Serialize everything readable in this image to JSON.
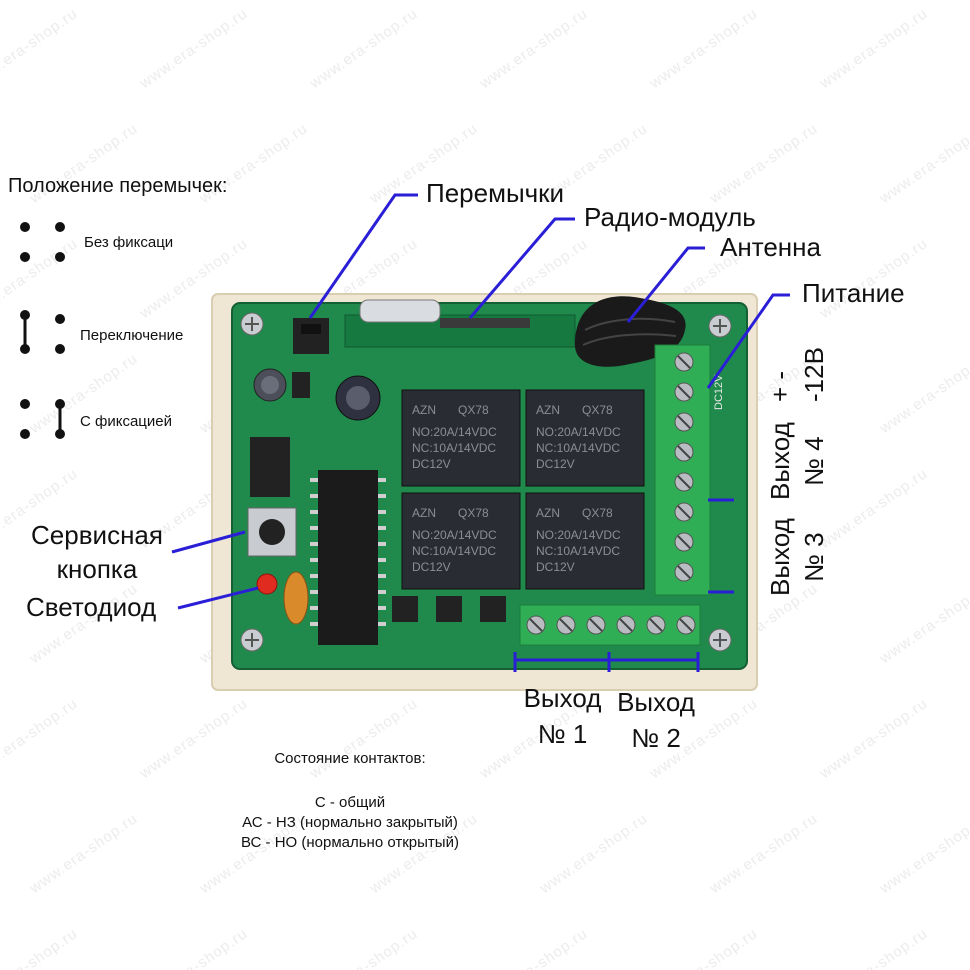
{
  "watermark": "www.era-shop.ru",
  "jumpers": {
    "title": "Положение перемычек:",
    "items": [
      {
        "label": "Без фиксаци"
      },
      {
        "label": "Переключение"
      },
      {
        "label": "С фиксацией"
      }
    ]
  },
  "callouts": {
    "jumpers": "Перемычки",
    "radio": "Радио-модуль",
    "antenna": "Антенна",
    "power": "Питание",
    "service_line1": "Сервисная",
    "service_line2": "кнопка",
    "led": "Светодиод"
  },
  "board": {
    "relay_brand": "AZN",
    "relay_model": "QX78",
    "relay_line1": "NO:20A/14VDC",
    "relay_line2": "NC:10A/14VDC",
    "relay_line3": "DC12V",
    "power_mark": "DC12V"
  },
  "outputs": {
    "out1_line1": "Выход",
    "out1_line2": "№ 1",
    "out2_line1": "Выход",
    "out2_line2": "№ 2",
    "out3_line1": "Выход",
    "out3_line2": "№ 3",
    "out4_line1": "Выход",
    "out4_line2": "№ 4",
    "power_plus_minus": "+  -",
    "power_voltage": "-12В"
  },
  "contacts": {
    "title": "Состояние контактов:",
    "c": "С - общий",
    "ac": "АС - НЗ (нормально закрытый)",
    "bc": "ВС - НО (нормально открытый)"
  },
  "colors": {
    "pcb": "#1f8a4c",
    "terminal": "#2fae55",
    "case": "#efe6d4",
    "pointer": "#2a1fd6"
  }
}
